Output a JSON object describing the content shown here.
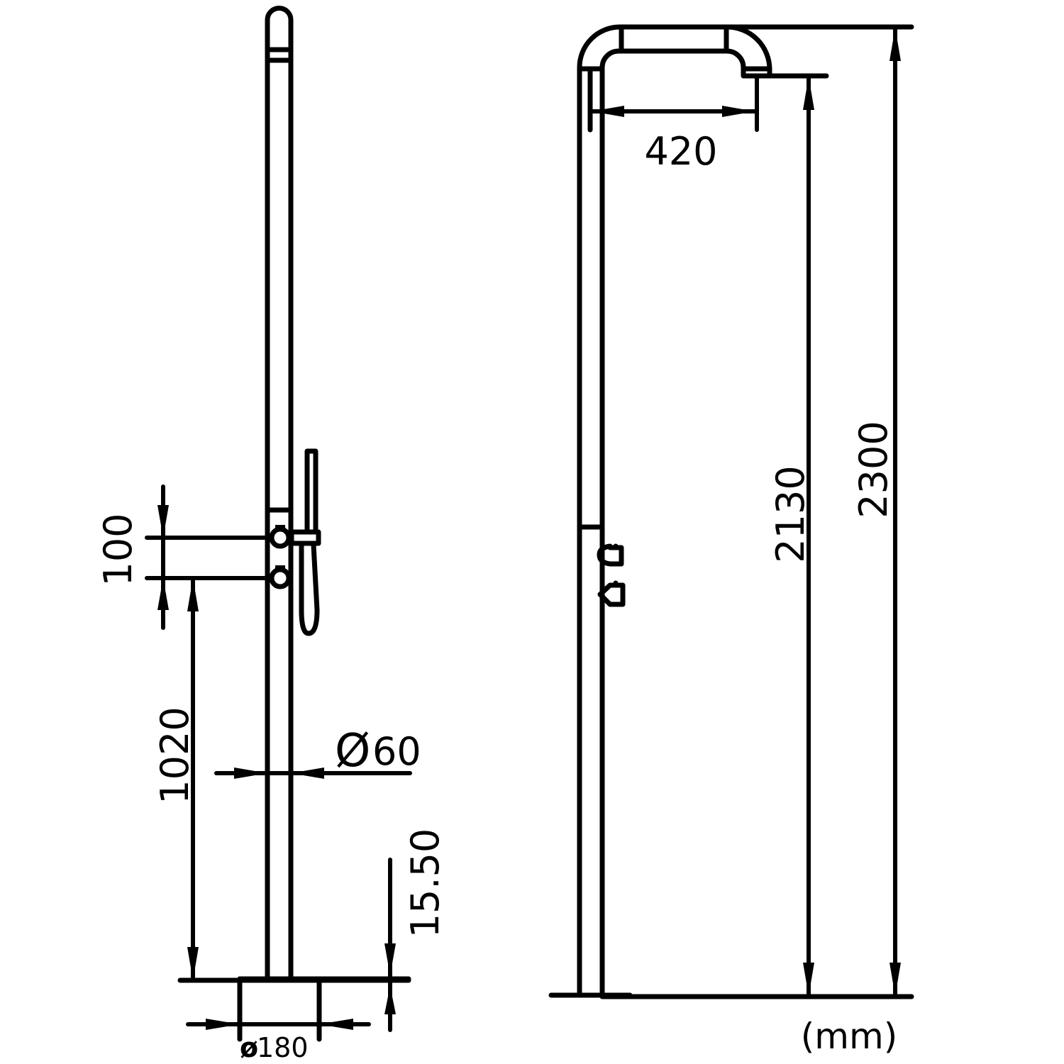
{
  "dimensions": {
    "valve_spacing": "100",
    "valve_height": "1020",
    "pole_diameter_symbol": "Ø",
    "pole_diameter": "60",
    "base_thickness": "15.50",
    "base_diameter_symbol": "ø",
    "base_diameter": "180",
    "arm_reach": "420",
    "outlet_height": "2130",
    "total_height": "2300"
  },
  "units": "(mm)",
  "colors": {
    "line": "#000000",
    "background": "#ffffff"
  }
}
